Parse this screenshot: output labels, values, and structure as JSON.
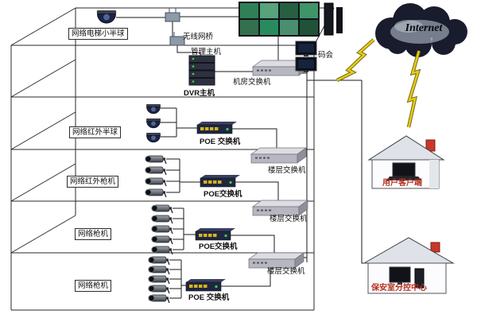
{
  "labels": {
    "elevator_dome": "网络电梯小半球",
    "wireless_bridge": "无线网桥",
    "mgmt_host": "管理主机",
    "dvr_host": "DVR主机",
    "room_switch": "机房交换机",
    "decoder": "码会",
    "ir_dome": "网络红外半球",
    "poe_switch_1": "POE 交换机",
    "floor_switch_1": "楼层交换机",
    "ir_bullet": "网络红外枪机",
    "poe_switch_2": "POE交换机",
    "floor_switch_2": "楼层交换机",
    "bullet_1": "网络枪机",
    "poe_switch_3": "POE交换机",
    "floor_switch_3": "楼层交换机",
    "bullet_2": "网络枪机",
    "poe_switch_4": "POE 交换机",
    "internet": "Internet",
    "user_client": "用户客户端",
    "security_center": "保安室分控中心"
  },
  "colors": {
    "line": "#222222",
    "label_red": "#b5301f",
    "lightning": "#e3cb1c",
    "cloud_dark": "#181c2c",
    "switch_gray": "#b7b7c1",
    "poe_navy": "#1f2740",
    "screen_green": "#2f8057"
  }
}
